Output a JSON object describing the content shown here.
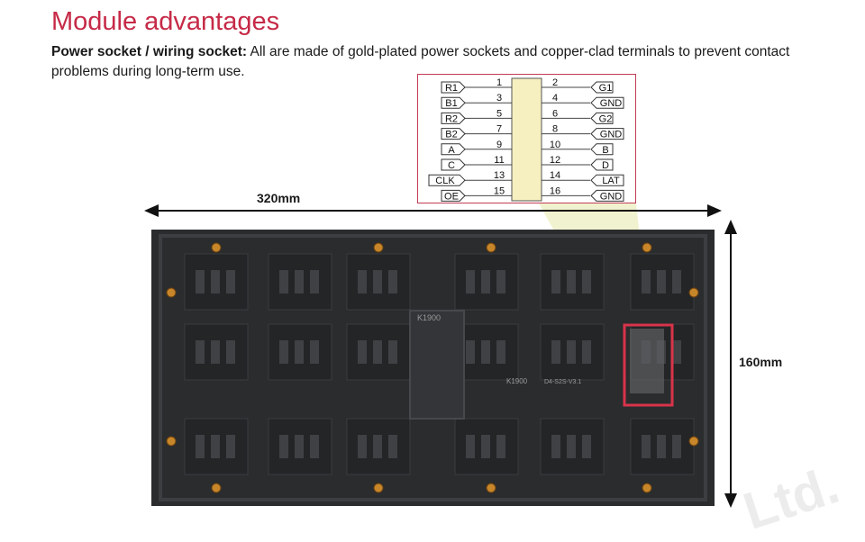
{
  "heading": "Module advantages",
  "description": {
    "label": "Power socket / wiring socket:",
    "text": " All are made of gold-plated power sockets and copper-clad terminals to prevent contact problems during long-term use."
  },
  "pinout": {
    "left_labels": [
      "R1",
      "B1",
      "R2",
      "B2",
      "A",
      "C",
      "CLK",
      "OE"
    ],
    "left_numbers": [
      "1",
      "3",
      "5",
      "7",
      "9",
      "11",
      "13",
      "15"
    ],
    "right_numbers": [
      "2",
      "4",
      "6",
      "8",
      "10",
      "12",
      "14",
      "16"
    ],
    "right_labels": [
      "G1",
      "GND",
      "G2",
      "GND",
      "B",
      "D",
      "LAT",
      "GND"
    ]
  },
  "dimensions": {
    "width": "320mm",
    "height": "160mm"
  },
  "board": {
    "chip_labels": [
      "K1900",
      "K1900",
      "D4-S2S-V3.1"
    ]
  },
  "watermark": "Ltd.",
  "colors": {
    "heading": "#c62a47",
    "pin_border": "#c23c55",
    "highlight": "#d8344a",
    "board": "#2a2c2e",
    "connector": "#f6efc0"
  }
}
